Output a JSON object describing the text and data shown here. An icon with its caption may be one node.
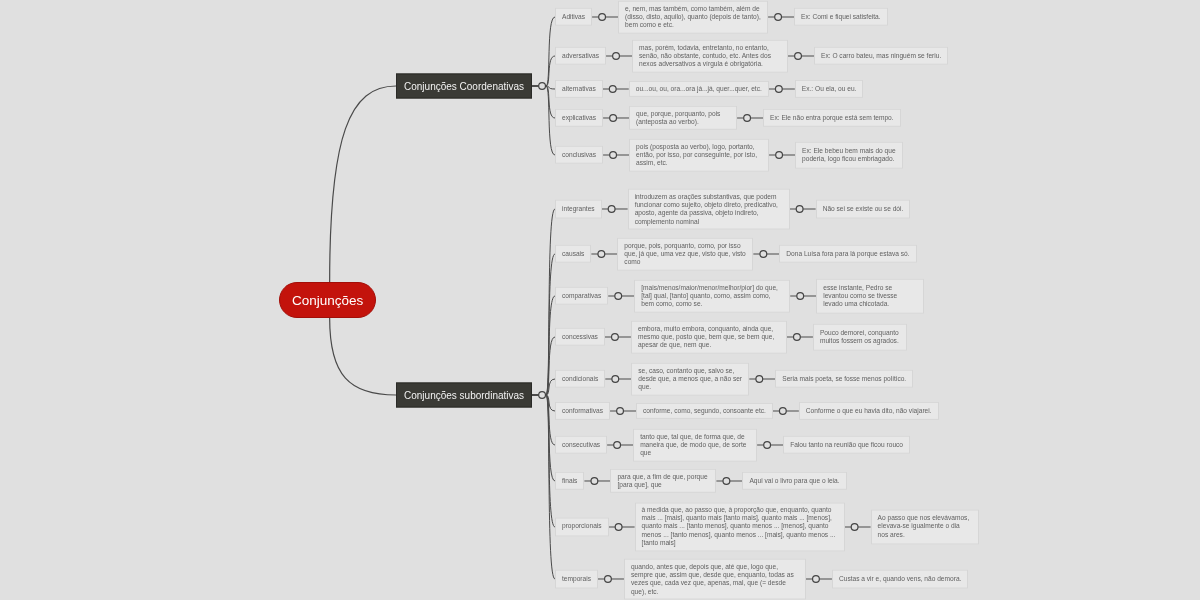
{
  "diagram": {
    "nodes": [
      {
        "text": [
          "Conjunções"
        ]
      },
      {
        "text": [
          "Conjunções Coordenativas"
        ]
      },
      {
        "text": [
          "Conjunções subordinativas"
        ]
      },
      {
        "text": [
          "Aditivas"
        ]
      },
      {
        "text": [
          "e, nem, mas também, como também, além de (disso, disto, aquilo), quanto (depois de tanto), bem como e etc."
        ]
      },
      {
        "text": [
          "Ex: Comi e fiquei satisfeita."
        ]
      },
      {
        "text": [
          "adversativas"
        ]
      },
      {
        "text": [
          "mas, porém, todavia, entretanto, no entanto, senão, não obstante, contudo, etc. Antes dos nexos adversativos a vírgula é obrigatória."
        ]
      },
      {
        "text": [
          "Ex: O carro bateu, mas ninguém se feriu."
        ]
      },
      {
        "text": [
          "alternativas"
        ]
      },
      {
        "text": [
          "ou...ou, ou, ora...ora já...já, quer...quer, etc."
        ]
      },
      {
        "text": [
          "Ex.: Ou ela, ou eu."
        ]
      },
      {
        "text": [
          "explicativas"
        ]
      },
      {
        "text": [
          "que, porque, porquanto, pois (anteposta ao verbo)."
        ]
      },
      {
        "text": [
          "Ex: Ele não entra porque está sem tempo."
        ]
      },
      {
        "text": [
          "conclusivas"
        ]
      },
      {
        "text": [
          "pois (posposta ao verbo), logo, portanto, então, por isso, por conseguinte, por isto, assim, etc."
        ]
      },
      {
        "text": [
          "Ex: Ele bebeu bem mais do que poderia, logo ficou embriagado."
        ]
      },
      {
        "text": [
          "integrantes"
        ]
      },
      {
        "text": [
          "introduzem as orações substantivas, que podem funcionar como sujeito, objeto direto, predicativo, aposto, agente da passiva, objeto indireto, complemento nominal"
        ]
      },
      {
        "text": [
          "Não sei se existe ou se dói."
        ]
      },
      {
        "text": [
          "causais"
        ]
      },
      {
        "text": [
          "porque, pois, porquanto, como, por isso que, já que, uma vez que, visto que, visto como"
        ]
      },
      {
        "text": [
          "Dona Luísa fora para lá porque estava só."
        ]
      },
      {
        "text": [
          "comparativas"
        ]
      },
      {
        "text": [
          "[mais/menos/maior/menor/melhor/pior] do que, [tal] qual, [tanto] quanto, como, assim como, bem como, como se."
        ]
      },
      {
        "text": [
          "esse instante, Pedro se levantou como se tivesse levado uma chicotada."
        ]
      },
      {
        "text": [
          "concessivas"
        ]
      },
      {
        "text": [
          "embora, muito embora, conquanto, ainda que, mesmo que, posto que, bem que, se bem que, apesar de que, nem que."
        ]
      },
      {
        "text": [
          "Pouco demorei, conquanto muitos fossem os agrados."
        ]
      },
      {
        "text": [
          "condicionais"
        ]
      },
      {
        "text": [
          "se, caso, contanto que, salvo se, desde que, a menos que, a não ser que."
        ]
      },
      {
        "text": [
          "Seria mais poeta, se fosse menos político."
        ]
      },
      {
        "text": [
          "conformativas"
        ]
      },
      {
        "text": [
          "conforme, como, segundo, consoante etc."
        ]
      },
      {
        "text": [
          "Conforme o que eu havia dito, não viajarei."
        ]
      },
      {
        "text": [
          "consecutivas"
        ]
      },
      {
        "text": [
          "tanto que, tal que, de forma que, de maneira que, de modo que, de sorte que"
        ]
      },
      {
        "text": [
          "Falou tanto na reunião que ficou rouco"
        ]
      },
      {
        "text": [
          "finais"
        ]
      },
      {
        "text": [
          "para que, a fim de que, porque [para que], que"
        ]
      },
      {
        "text": [
          "Aqui vai o livro para que o leia."
        ]
      },
      {
        "text": [
          "proporcionais"
        ]
      },
      {
        "text": [
          "à medida que, ao passo que, à proporção que, enquanto, quanto mais ... [mais], quanto mais [tanto mais], quanto mais ... [menos], quanto mais ... [tanto menos], quanto menos ... [menos], quanto menos ... [tanto menos], quanto menos ... [mais], quanto menos ... [tanto mais]"
        ]
      },
      {
        "text": [
          "Ao passo que nos elevávamos, elevava-se igualmente o dia nos ares."
        ]
      },
      {
        "text": [
          "temporais"
        ]
      },
      {
        "text": [
          "quando, antes que, depois que, até que, logo que, sempre que, assim que, desde que, enquanto, todas as vezes que, cada vez que, apenas, mal, que (= desde que), etc."
        ]
      },
      {
        "text": [
          "Custas a vir e, quando vens, não demora."
        ]
      }
    ],
    "edges": [
      {
        "from": 0,
        "to": 1,
        "arrow": "none"
      },
      {
        "from": 0,
        "to": 2,
        "arrow": "none"
      },
      {
        "from": 1,
        "to": 3,
        "arrow": "none"
      },
      {
        "from": 3,
        "to": 4,
        "arrow": "none"
      },
      {
        "from": 4,
        "to": 5,
        "arrow": "none"
      },
      {
        "from": 1,
        "to": 6,
        "arrow": "none"
      },
      {
        "from": 6,
        "to": 7,
        "arrow": "none"
      },
      {
        "from": 7,
        "to": 8,
        "arrow": "none"
      },
      {
        "from": 1,
        "to": 9,
        "arrow": "none"
      },
      {
        "from": 9,
        "to": 10,
        "arrow": "none"
      },
      {
        "from": 10,
        "to": 11,
        "arrow": "none"
      },
      {
        "from": 1,
        "to": 12,
        "arrow": "none"
      },
      {
        "from": 12,
        "to": 13,
        "arrow": "none"
      },
      {
        "from": 13,
        "to": 14,
        "arrow": "none"
      },
      {
        "from": 1,
        "to": 15,
        "arrow": "none"
      },
      {
        "from": 15,
        "to": 16,
        "arrow": "none"
      },
      {
        "from": 16,
        "to": 17,
        "arrow": "none"
      },
      {
        "from": 2,
        "to": 18,
        "arrow": "none"
      },
      {
        "from": 18,
        "to": 19,
        "arrow": "none"
      },
      {
        "from": 19,
        "to": 20,
        "arrow": "none"
      },
      {
        "from": 2,
        "to": 21,
        "arrow": "none"
      },
      {
        "from": 21,
        "to": 22,
        "arrow": "none"
      },
      {
        "from": 22,
        "to": 23,
        "arrow": "none"
      },
      {
        "from": 2,
        "to": 24,
        "arrow": "none"
      },
      {
        "from": 24,
        "to": 25,
        "arrow": "none"
      },
      {
        "from": 25,
        "to": 26,
        "arrow": "none"
      },
      {
        "from": 2,
        "to": 27,
        "arrow": "none"
      },
      {
        "from": 27,
        "to": 28,
        "arrow": "none"
      },
      {
        "from": 28,
        "to": 29,
        "arrow": "none"
      },
      {
        "from": 2,
        "to": 30,
        "arrow": "none"
      },
      {
        "from": 30,
        "to": 31,
        "arrow": "none"
      },
      {
        "from": 31,
        "to": 32,
        "arrow": "none"
      },
      {
        "from": 2,
        "to": 33,
        "arrow": "none"
      },
      {
        "from": 33,
        "to": 34,
        "arrow": "none"
      },
      {
        "from": 34,
        "to": 35,
        "arrow": "none"
      },
      {
        "from": 2,
        "to": 36,
        "arrow": "none"
      },
      {
        "from": 36,
        "to": 37,
        "arrow": "none"
      },
      {
        "from": 37,
        "to": 38,
        "arrow": "none"
      },
      {
        "from": 2,
        "to": 39,
        "arrow": "none"
      },
      {
        "from": 39,
        "to": 40,
        "arrow": "none"
      },
      {
        "from": 40,
        "to": 41,
        "arrow": "none"
      },
      {
        "from": 2,
        "to": 42,
        "arrow": "none"
      },
      {
        "from": 42,
        "to": 43,
        "arrow": "none"
      },
      {
        "from": 43,
        "to": 44,
        "arrow": "none"
      },
      {
        "from": 2,
        "to": 45,
        "arrow": "none"
      },
      {
        "from": 45,
        "to": 46,
        "arrow": "none"
      },
      {
        "from": 46,
        "to": 47,
        "arrow": "none"
      }
    ]
  }
}
